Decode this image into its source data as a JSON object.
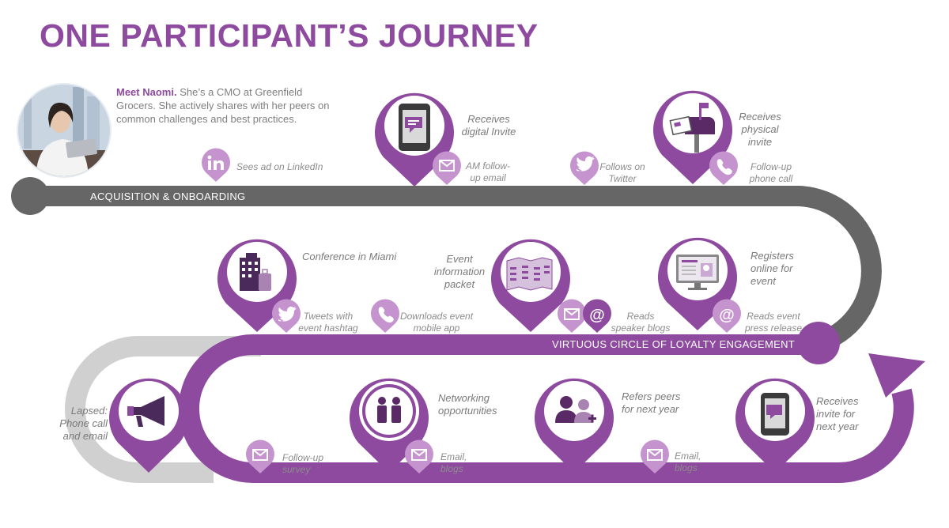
{
  "title": "ONE PARTICIPANT’S JOURNEY",
  "intro": {
    "name": "Meet Naomi.",
    "text": " She’s a CMO at Greenfield Grocers. She actively shares with her peers on common challenges and best practices."
  },
  "tracks": {
    "acquisition": "ACQUISITION & ONBOARDING",
    "loyalty": "VIRTUOUS CIRCLE OF LOYALTY ENGAGEMENT"
  },
  "colors": {
    "purple": "#8e4a9f",
    "light_purple": "#c594cf",
    "dark_gray": "#666666",
    "light_gray": "#d0d0d0",
    "text_gray": "#8c8c8c"
  },
  "row1": {
    "linkedin": "Sees ad on LinkedIn",
    "digital_invite": [
      "Receives",
      "digital Invite"
    ],
    "am_email": [
      "AM follow-",
      "up email"
    ],
    "twitter": [
      "Follows on",
      "Twitter"
    ],
    "physical_invite": [
      "Receives",
      "physical",
      "invite"
    ],
    "phone_call": [
      "Follow-up",
      "phone call"
    ]
  },
  "row2": {
    "conference": "Conference in Miami",
    "tweets": [
      "Tweets with",
      "event hashtag"
    ],
    "downloads": [
      "Downloads event",
      "mobile app"
    ],
    "packet": [
      "Event",
      "information",
      "packet"
    ],
    "speaker_blogs": [
      "Reads",
      "speaker blogs"
    ],
    "registers": [
      "Registers",
      "online for",
      "event"
    ],
    "press_release": [
      "Reads event",
      "press release"
    ]
  },
  "row3": {
    "lapsed": [
      "Lapsed:",
      "Phone call",
      "and email"
    ],
    "survey": [
      "Follow-up",
      "survey"
    ],
    "networking": [
      "Networking",
      "opportunities"
    ],
    "email_blogs_1": [
      "Email,",
      "blogs"
    ],
    "refers": [
      "Refers peers",
      "for next year"
    ],
    "email_blogs_2": [
      "Email,",
      "blogs"
    ],
    "next_year": [
      "Receives",
      "invite for",
      "next year"
    ]
  },
  "icons": [
    "avatar-photo",
    "linkedin-icon",
    "tablet-chat-icon",
    "envelope-icon",
    "twitter-bird-icon",
    "mailbox-icon",
    "phone-icon",
    "building-luggage-icon",
    "brochure-icon",
    "at-sign-icon",
    "monitor-form-icon",
    "megaphone-icon",
    "people-cycle-icon",
    "peers-plus-icon"
  ]
}
